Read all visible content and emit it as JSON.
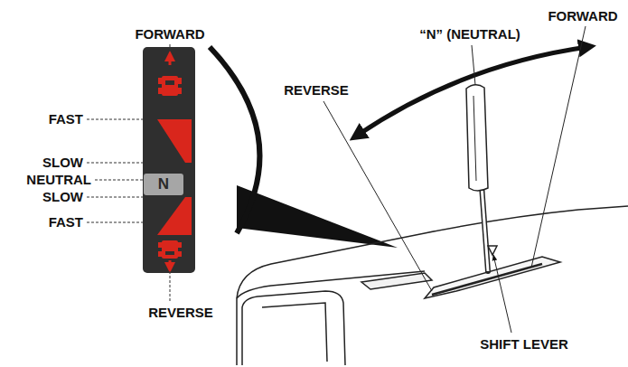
{
  "diagram": {
    "nodes": [
      {
        "text": [
          "N"
        ]
      }
    ],
    "labels": [
      "FORWARD",
      "FAST",
      "SLOW",
      "NEUTRAL",
      "SLOW",
      "FAST",
      "REVERSE",
      "“N” (NEUTRAL)",
      "FORWARD",
      "REVERSE",
      "SHIFT LEVER"
    ]
  }
}
